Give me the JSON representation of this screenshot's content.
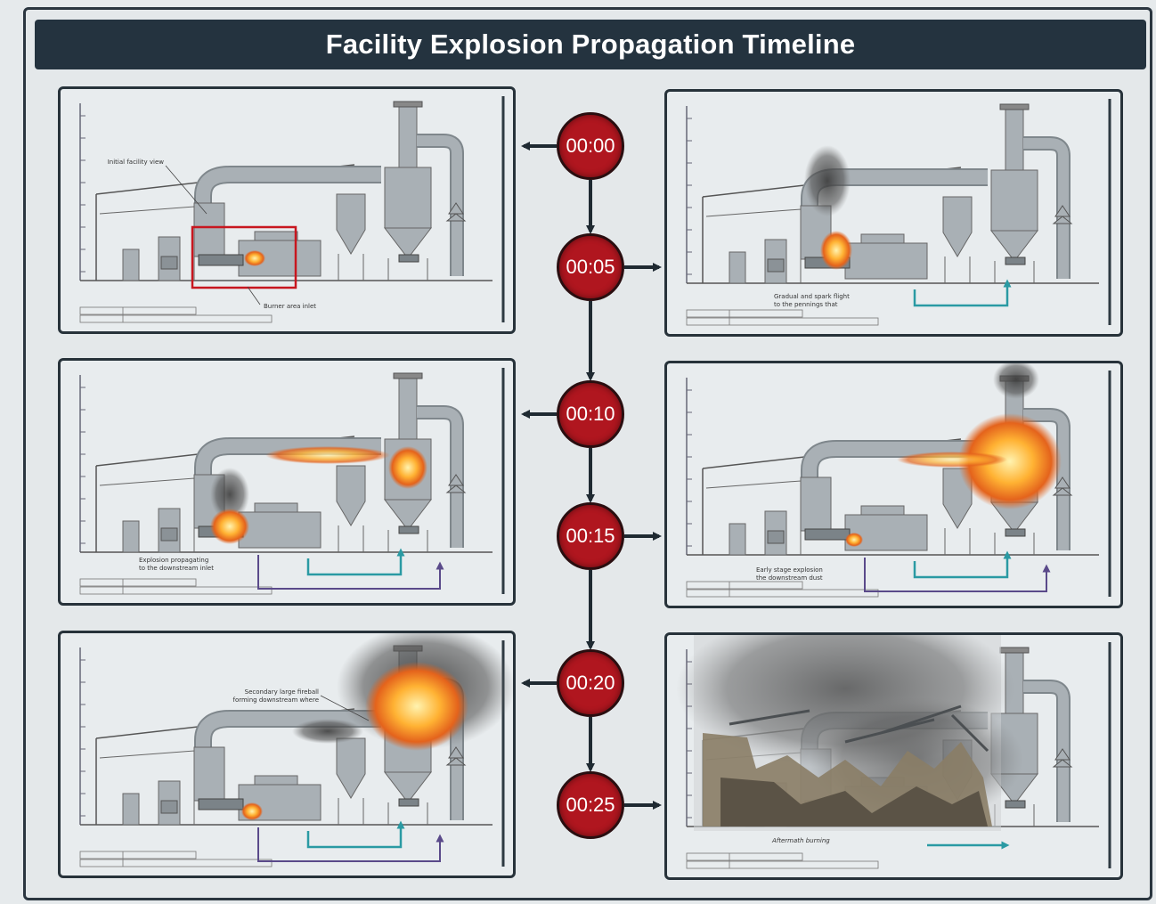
{
  "title": "Facility Explosion Propagation Timeline",
  "timeline": [
    {
      "time": "00:00",
      "side": "left"
    },
    {
      "time": "00:05",
      "side": "right"
    },
    {
      "time": "00:10",
      "side": "left"
    },
    {
      "time": "00:15",
      "side": "right"
    },
    {
      "time": "00:20",
      "side": "left"
    },
    {
      "time": "00:25",
      "side": "right"
    }
  ],
  "panels": [
    {
      "stage": "00:00",
      "callouts": [
        "Initial facility view",
        "Burner area inlet"
      ]
    },
    {
      "stage": "00:05",
      "callouts": [
        "Gradual and spark flight",
        "to the pennings that"
      ]
    },
    {
      "stage": "00:10",
      "callouts": [
        "Explosion propagating",
        "to the downstream inlet"
      ]
    },
    {
      "stage": "00:15",
      "callouts": [
        "Early stage explosion",
        "the downstream dust"
      ]
    },
    {
      "stage": "00:20",
      "callouts": [
        "Secondary large fireball",
        "forming downstream where"
      ]
    },
    {
      "stage": "00:25",
      "callouts": [
        "Aftermath burning"
      ]
    }
  ],
  "colors": {
    "badge": "#b0161f",
    "title_bar": "#24333f",
    "flow_arrow_teal": "#2a9aa3",
    "flow_arrow_purple": "#5a4a8a",
    "structure": "#a9b0b5"
  }
}
